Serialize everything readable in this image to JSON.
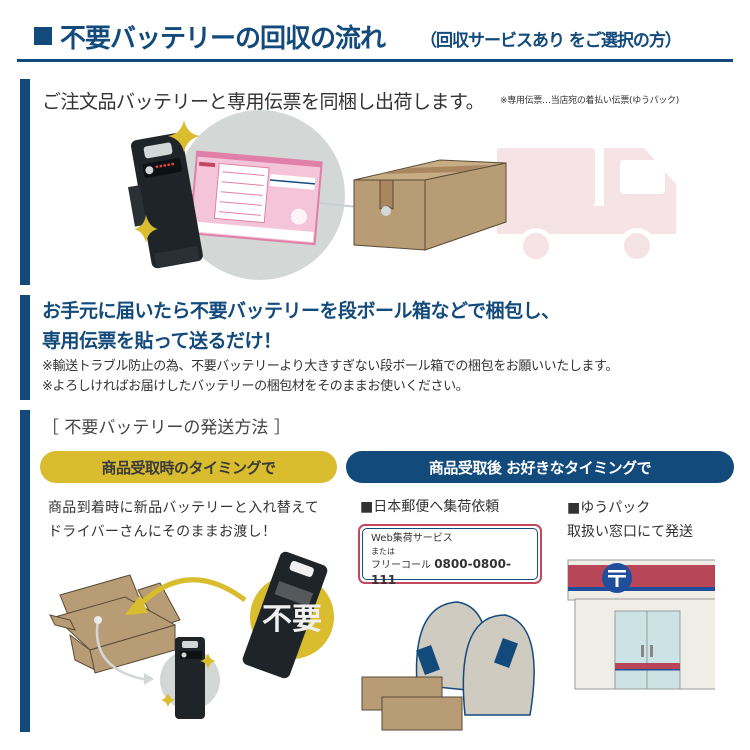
{
  "header": {
    "title": "不要バッテリーの回収の流れ",
    "subtitle": "（回収サービスあり をご選択の方）",
    "color": "#134a7c"
  },
  "step1": {
    "title": "ご注文品バッテリーと専用伝票を同梱し出荷します。",
    "note": "※専用伝票…当店宛の着払い伝票(ゆうパック)",
    "illustration": [
      "battery-icon",
      "sparkle-icon",
      "shipping-slip-icon",
      "cardboard-box-icon",
      "delivery-truck-icon"
    ]
  },
  "step2": {
    "title_line1": "お手元に届いたら不要バッテリーを段ボール箱などで梱包し、",
    "title_line2": "専用伝票を貼って送るだけ！",
    "note_line1": "※輸送トラブル防止の為、不要バッテリーより大きすぎない段ボール箱での梱包をお願いいたします。",
    "note_line2": "※よろしければお届けしたバッテリーの梱包材をそのままお使いください。"
  },
  "step3": {
    "title": "［ 不要バッテリーの発送方法 ］",
    "option_a": {
      "label": "商品受取時のタイミングで",
      "color": "#d9bd2e",
      "desc_line1": "商品到着時に新品バッテリーと入れ替えて",
      "desc_line2": "ドライバーさんにそのままお渡し！",
      "badge": "不要"
    },
    "option_b": {
      "label": "商品受取後 お好きなタイミングで",
      "color": "#134a7c",
      "pickup": {
        "heading": "■日本郵便へ集荷依頼",
        "contact_line1": "Web集荷サービス",
        "contact_line2": "または",
        "contact_line3_label": "フリーコール ",
        "contact_line3_number": "0800-0800-111"
      },
      "counter": {
        "heading_line1": "■ゆうパック",
        "heading_line2": "取扱い窓口にて発送"
      }
    }
  }
}
